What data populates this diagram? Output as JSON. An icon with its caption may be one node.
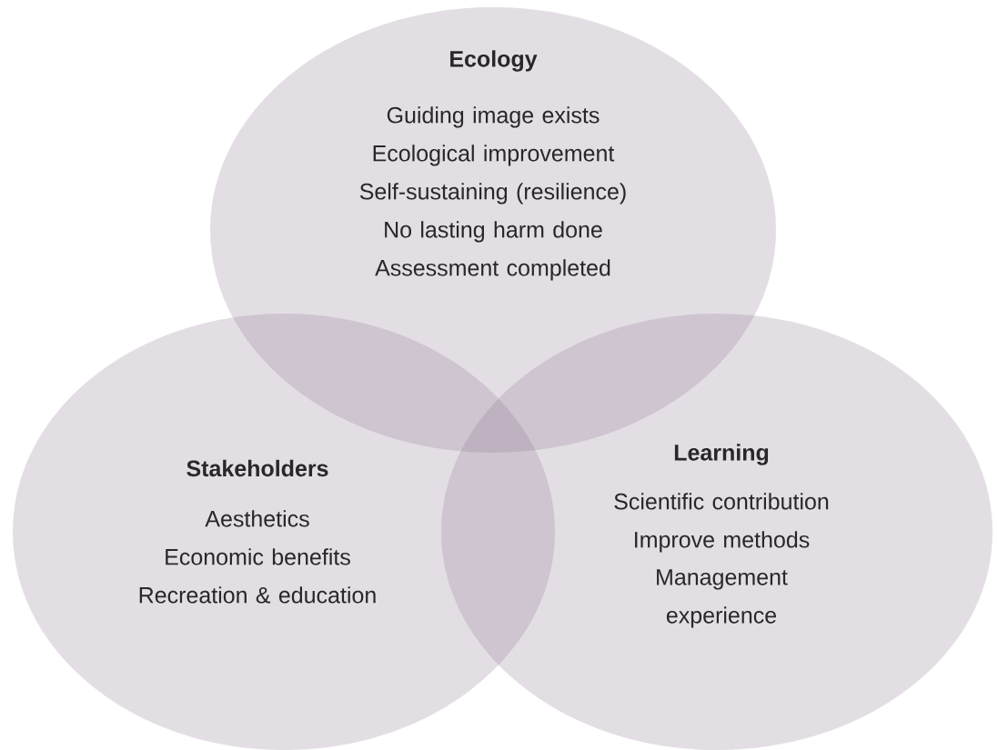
{
  "diagram": {
    "nodes": [
      {
        "text": [
          "Ecology",
          "Guiding image exists",
          "Ecological improvement",
          "Self-sustaining (resilience)",
          "No lasting harm done",
          "Assessment completed"
        ]
      },
      {
        "text": [
          "Stakeholders",
          "Aesthetics",
          "Economic benefits",
          "Recreation & education"
        ]
      },
      {
        "text": [
          "Learning",
          "Scientific contribution",
          "Improve methods",
          "Management experience"
        ]
      }
    ]
  }
}
